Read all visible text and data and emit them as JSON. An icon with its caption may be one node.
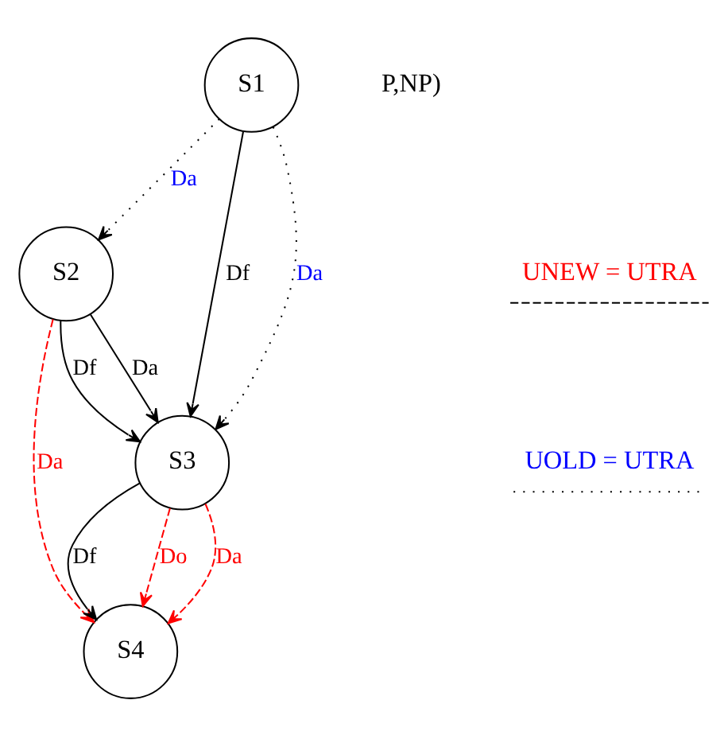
{
  "diagram": {
    "nodes": [
      {
        "text": [
          "S1"
        ]
      },
      {
        "text": [
          "S2"
        ]
      },
      {
        "text": [
          "S3"
        ]
      },
      {
        "text": [
          "S4"
        ]
      }
    ],
    "edges": [
      {
        "from": 0,
        "to": 2,
        "arrow": "to",
        "label": "Df"
      },
      {
        "from": 0,
        "to": 2,
        "arrow": "to",
        "label": "Da",
        "style": "dashed"
      },
      {
        "from": 0,
        "to": 1,
        "arrow": "to",
        "label": "Da",
        "style": "dashed"
      },
      {
        "from": 1,
        "to": 2,
        "arrow": "to",
        "label": "Df"
      },
      {
        "from": 1,
        "to": 2,
        "arrow": "to",
        "label": "Da"
      },
      {
        "from": 1,
        "to": 3,
        "arrow": "to",
        "label": "Da",
        "style": "dashed",
        "color": "#ff0000"
      },
      {
        "from": 2,
        "to": 3,
        "arrow": "to",
        "label": "Da",
        "style": "dashed",
        "color": "#ff0000"
      },
      {
        "from": 2,
        "to": 3,
        "arrow": "to",
        "label": "Df"
      },
      {
        "from": 2,
        "to": 3,
        "arrow": "to",
        "label": "Do",
        "style": "dashed",
        "color": "#ff0000"
      }
    ],
    "labels": [
      "P,NP)"
    ],
    "legend": [
      {
        "text": "UNEW = UTRA"
      },
      {
        "text": "UOLD = UTRA"
      }
    ]
  }
}
